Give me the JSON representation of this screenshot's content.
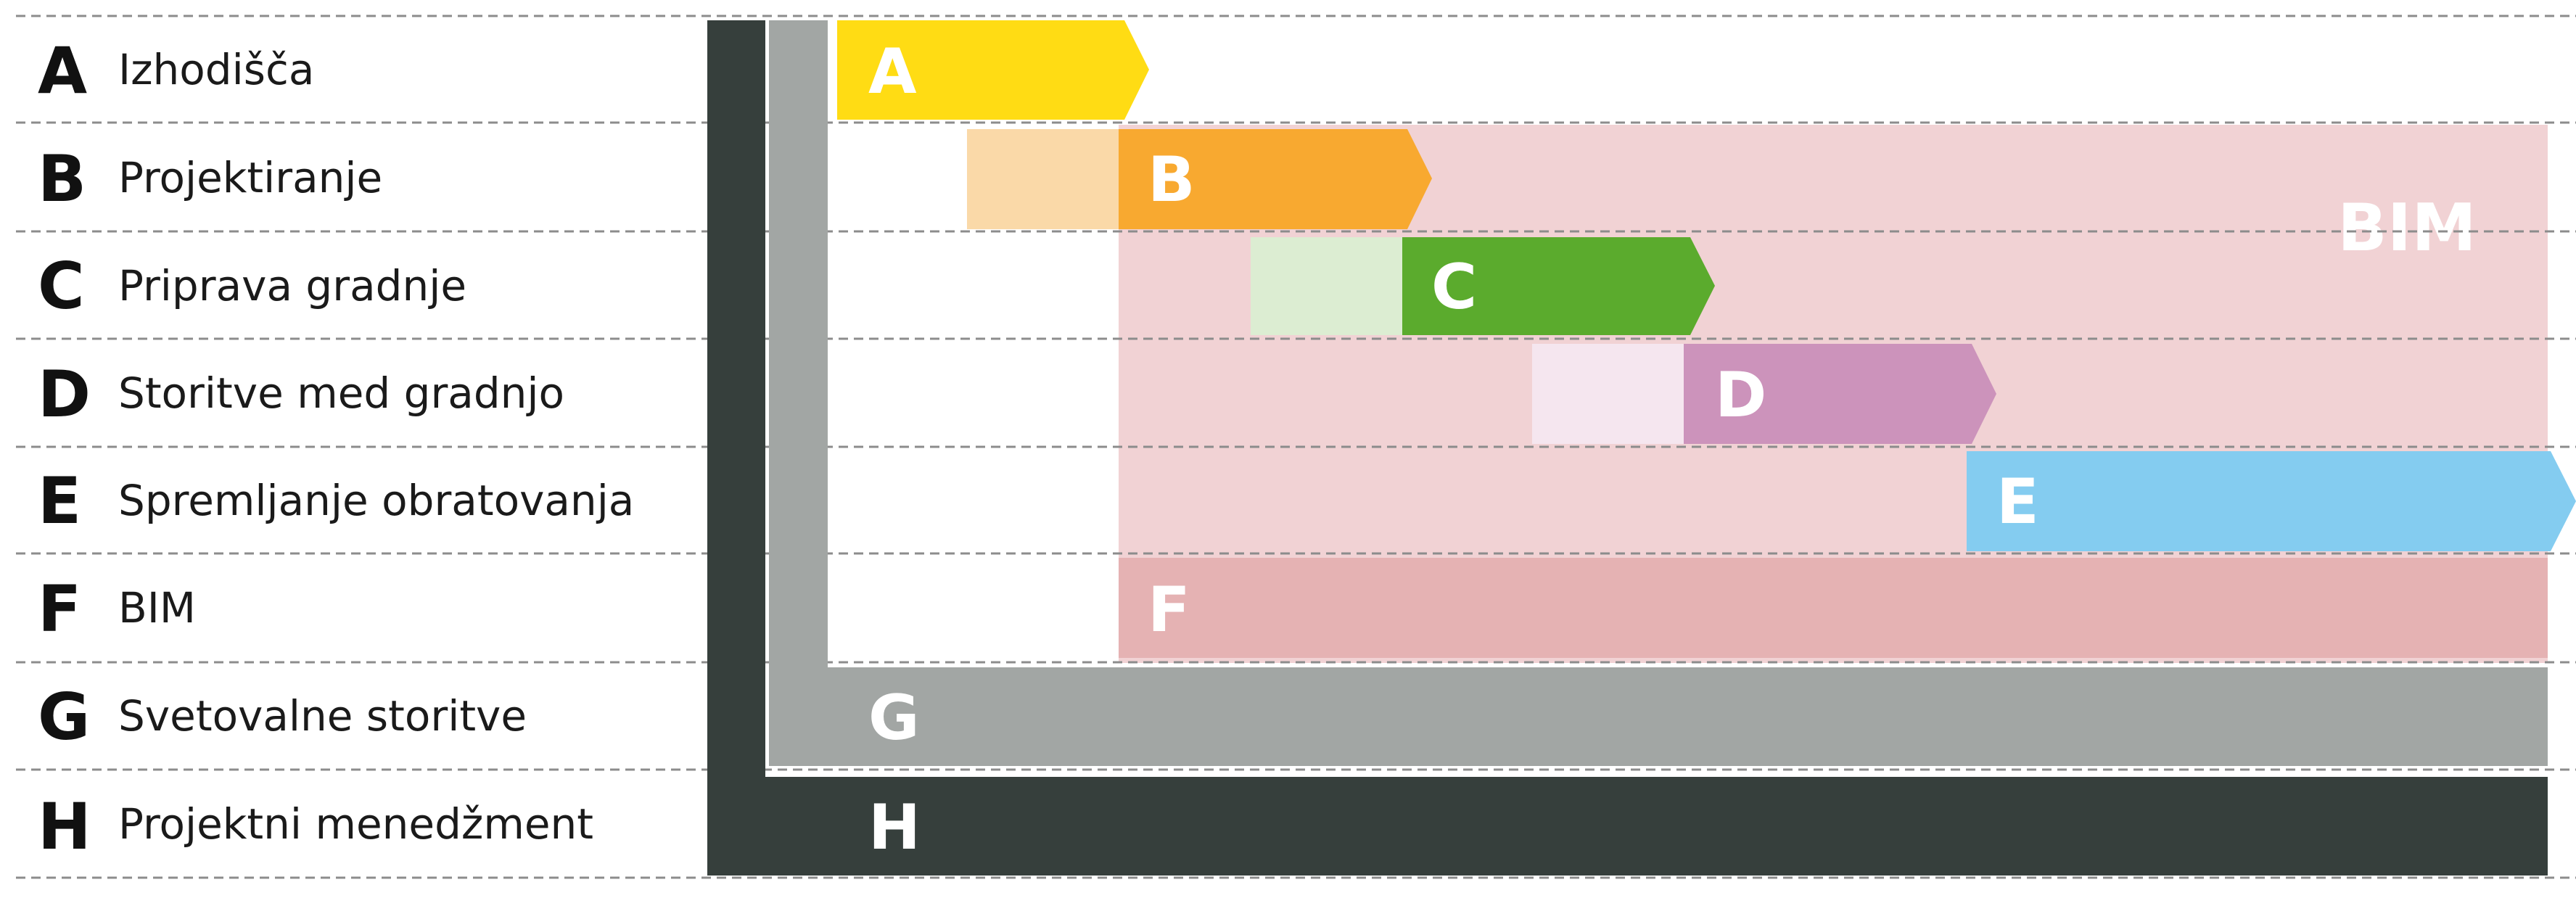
{
  "rows": [
    {
      "letter": "A",
      "label": "Izhodišča"
    },
    {
      "letter": "B",
      "label": "Projektiranje"
    },
    {
      "letter": "C",
      "label": "Priprava gradnje"
    },
    {
      "letter": "D",
      "label": "Storitve med gradnjo"
    },
    {
      "letter": "E",
      "label": "Spremljanje obratovanja"
    },
    {
      "letter": "F",
      "label": "BIM"
    },
    {
      "letter": "G",
      "label": "Svetovalne storitve"
    },
    {
      "letter": "H",
      "label": "Projektni menedžment"
    }
  ],
  "bars": [
    {
      "letter": "A",
      "color": "#FFDC14"
    },
    {
      "letter": "B",
      "color": "#F8A930",
      "lead_color": "#FAD9A8"
    },
    {
      "letter": "C",
      "color": "#5BAB2D",
      "lead_color": "#DCEDD2"
    },
    {
      "letter": "D",
      "color": "#CC93BB",
      "lead_color": "#F5E6EF"
    },
    {
      "letter": "E",
      "color": "#84CCF0"
    },
    {
      "letter": "F",
      "color": "#E5B2B3"
    },
    {
      "letter": "G",
      "color": "#A2A6A4"
    },
    {
      "letter": "H",
      "color": "#363F3C"
    }
  ],
  "bim_region": {
    "label": "BIM",
    "color": "#F1D2D4"
  }
}
